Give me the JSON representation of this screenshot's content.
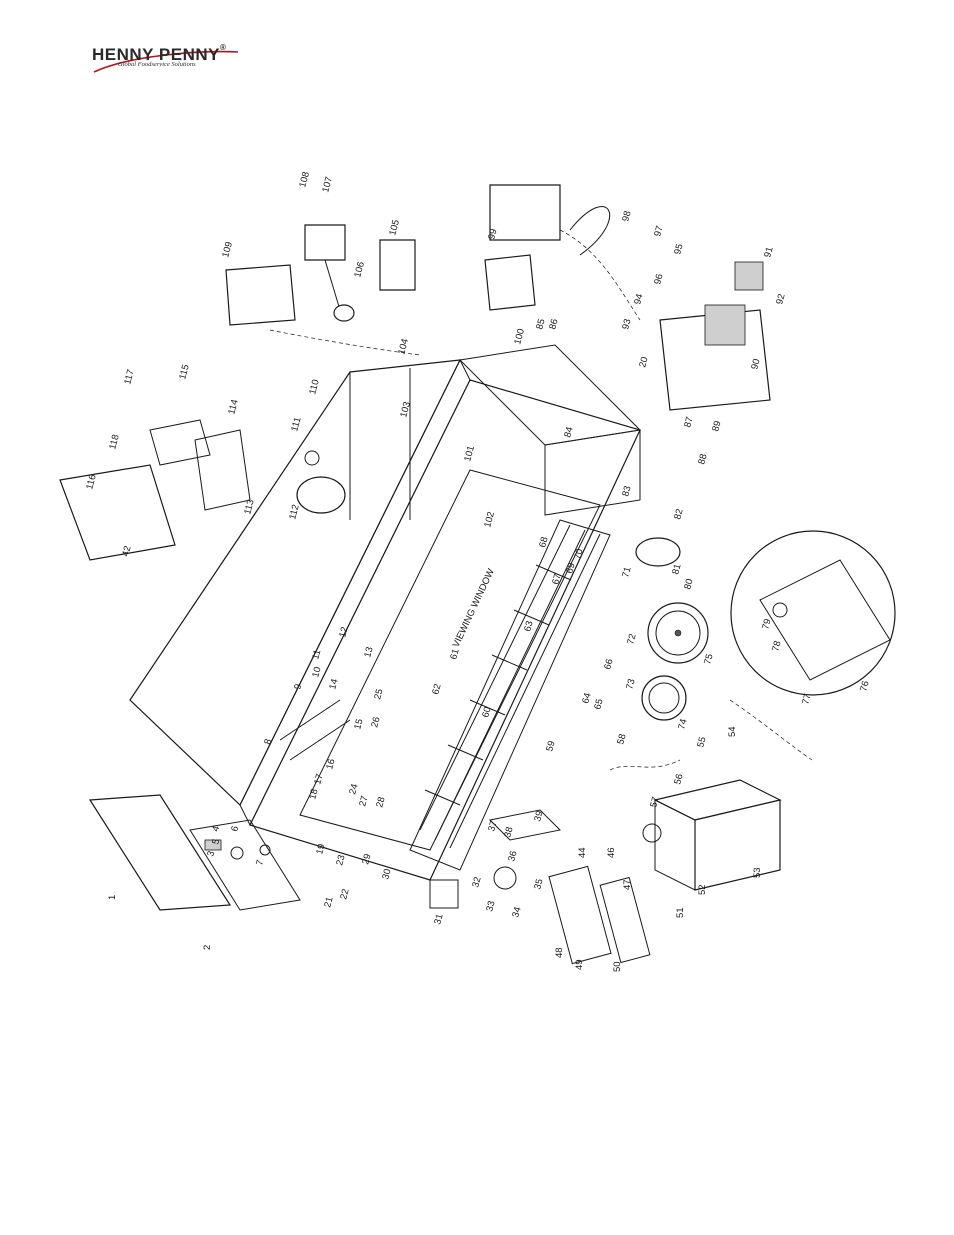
{
  "header": {
    "brand": "HENNY PENNY",
    "registered": "®",
    "tagline": "Global Foodservice Solutions"
  },
  "diagram": {
    "window_text": "VIEWING WINDOW",
    "part_numbers": [
      "1",
      "2",
      "3",
      "4",
      "5",
      "6",
      "7",
      "8",
      "9",
      "10",
      "11",
      "12",
      "13",
      "14",
      "15",
      "16",
      "17",
      "18",
      "19",
      "20",
      "21",
      "22",
      "23",
      "24",
      "25",
      "26",
      "27",
      "28",
      "29",
      "30",
      "31",
      "32",
      "33",
      "34",
      "35",
      "36",
      "37",
      "38",
      "39",
      "42",
      "44",
      "46",
      "47",
      "48",
      "49",
      "50",
      "51",
      "52",
      "53",
      "54",
      "55",
      "56",
      "57",
      "58",
      "59",
      "60",
      "61",
      "62",
      "63",
      "64",
      "65",
      "66",
      "67",
      "68",
      "69",
      "70",
      "71",
      "72",
      "73",
      "74",
      "75",
      "76",
      "77",
      "78",
      "79",
      "80",
      "81",
      "82",
      "83",
      "84",
      "85",
      "86",
      "87",
      "88",
      "89",
      "90",
      "91",
      "92",
      "93",
      "94",
      "95",
      "96",
      "97",
      "98",
      "99",
      "100",
      "101",
      "102",
      "103",
      "104",
      "105",
      "106",
      "107",
      "108",
      "109",
      "110",
      "111",
      "112",
      "113",
      "114",
      "115",
      "116",
      "117",
      "118"
    ]
  }
}
